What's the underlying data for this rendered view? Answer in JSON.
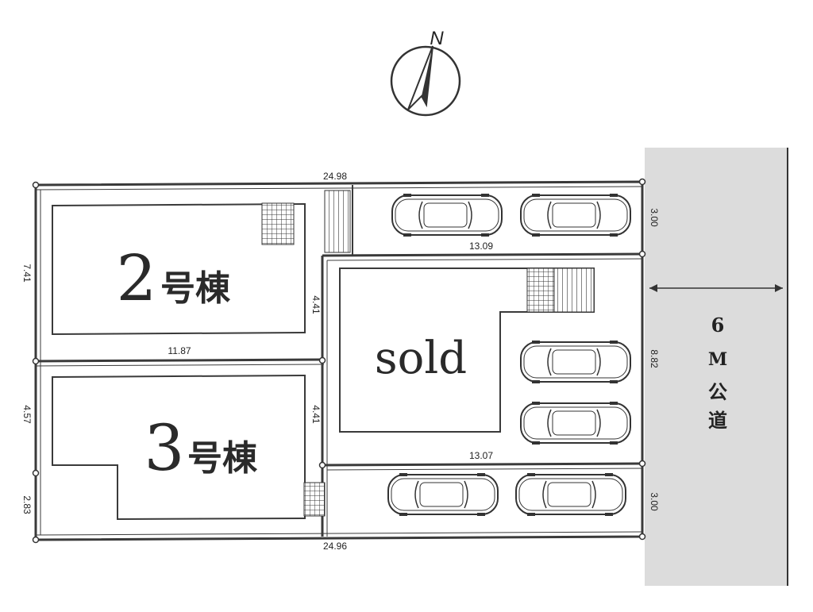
{
  "compass": {
    "label": "N"
  },
  "lots": {
    "lot2": {
      "number": "2",
      "suffix": "号棟"
    },
    "lot3": {
      "number": "3",
      "suffix": "号棟"
    },
    "sold": {
      "label": "sold"
    }
  },
  "road": {
    "width_label": "6",
    "unit_label": "M",
    "name_line1": "公",
    "name_line2": "道"
  },
  "dimensions": {
    "top": "24.98",
    "bottom": "24.96",
    "left_lot2": "7.41",
    "left_lot3": "4.57",
    "left_bottom": "2.83",
    "lot2_bottom": "11.87",
    "lot2_right": "4.41",
    "lot3_right": "4.41",
    "parking_top": "13.09",
    "parking_bottom": "13.07",
    "right_top": "3.00",
    "right_mid": "8.82",
    "right_bottom": "3.00"
  },
  "colors": {
    "road": "#dcdcdc",
    "line": "#3a3a3a"
  },
  "parking": {
    "cars": 6
  }
}
